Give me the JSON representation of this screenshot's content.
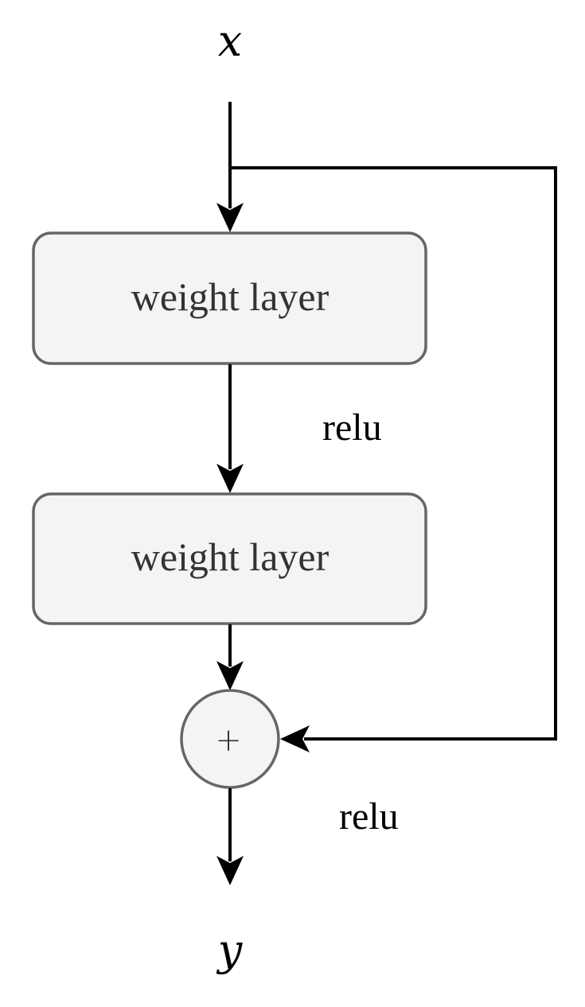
{
  "input_label": "x",
  "output_label": "y",
  "layers": [
    {
      "label": "weight layer"
    },
    {
      "label": "weight layer"
    }
  ],
  "activations": [
    {
      "label": "relu"
    },
    {
      "label": "relu"
    }
  ],
  "add_node": {
    "symbol": "+"
  }
}
